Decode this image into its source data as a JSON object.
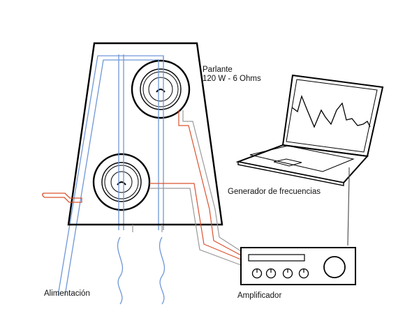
{
  "labels": {
    "speaker_name": "Parlante",
    "speaker_spec": "120 W - 6 Ohms",
    "frequency_generator": "Generador de frecuencias",
    "power_supply": "Alimentación",
    "amplifier": "Amplificador"
  },
  "colors": {
    "outline": "#000000",
    "wire_blue": "#6f97d6",
    "wire_red": "#d9532f",
    "wire_gray": "#9a9a9a",
    "screen_wave": "#000000"
  }
}
